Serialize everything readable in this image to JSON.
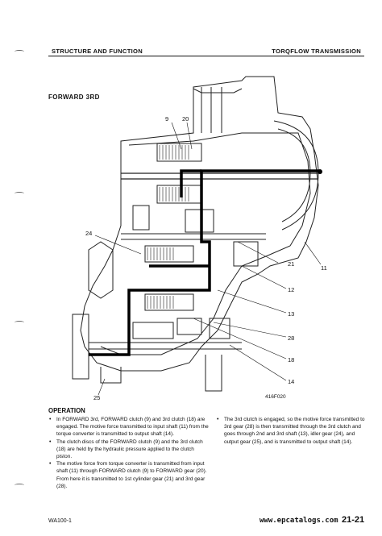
{
  "header": {
    "left": "STRUCTURE AND FUNCTION",
    "right": "TORQFLOW TRANSMISSION"
  },
  "section_title": "FORWARD 3RD",
  "diagram": {
    "figure_code": "416F020",
    "callouts": [
      "9",
      "20",
      "24",
      "21",
      "11",
      "12",
      "13",
      "28",
      "18",
      "14",
      "25"
    ]
  },
  "operation": {
    "title": "OPERATION",
    "left_bullets": [
      "In FORWARD 3rd, FORWARD clutch (9) and 3rd clutch (18) are engaged. The motive force transmitted to input shaft (11) from the torque converter is transmitted to output shaft (14).",
      "The clutch discs of the FORWARD clutch (9) and the 3rd clutch (18) are held by the hydraulic pressure applied to the clutch piston.",
      "The motive force from torque converter is transmitted from input shaft (11) through FORWARD clutch (9) to FORWARD gear (20). From here it is transmitted to 1st cylinder gear (21) and 3rd gear (28)."
    ],
    "right_bullets": [
      "The 3rd clutch is engaged, so the motive force transmitted to 3rd gear (28) is then transmitted through the 3rd clutch and goes through 2nd and 3rd shaft (13), idler gear (24), and output gear (25), and is transmitted to output shaft (14)."
    ]
  },
  "footer": {
    "model": "WA100-1",
    "watermark": "www.epcatalogs.com",
    "page": "21-21"
  }
}
